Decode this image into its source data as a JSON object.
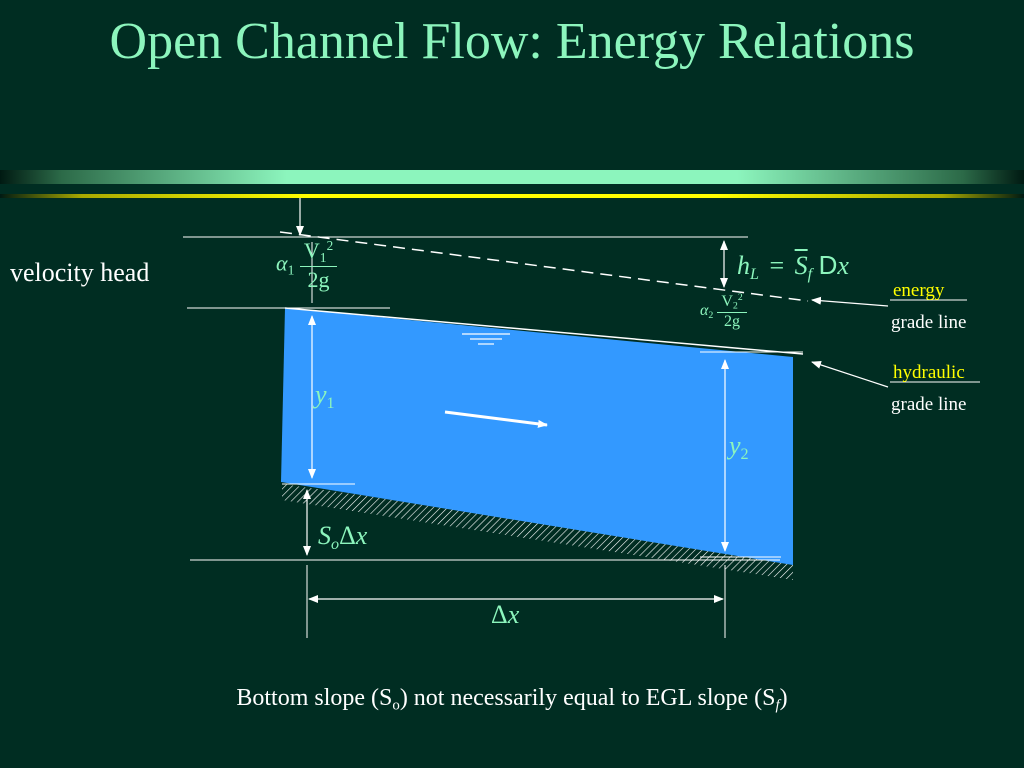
{
  "slide": {
    "title": "Open Channel Flow: Energy Relations",
    "caption_prefix": "Bottom slope (S",
    "caption_so_sub": "o",
    "caption_mid": ") not necessarily equal to EGL slope (S",
    "caption_sf_sub": "f",
    "caption_suffix": ")"
  },
  "labels": {
    "velocity_head": "velocity head",
    "energy_word": "energy",
    "grade_line_1": "grade line",
    "hydraulic_word": "hydraulic",
    "grade_line_2": "grade line"
  },
  "math": {
    "alpha1": "α",
    "alpha1_sub": "1",
    "v1": "V",
    "v1_sub": "1",
    "v1_sup": "2",
    "den1": "2g",
    "alpha2": "α",
    "alpha2_sub": "2",
    "v2": "V",
    "v2_sub": "2",
    "v2_sup": "2",
    "den2": "2g",
    "hl": "h",
    "hl_sub": "L",
    "equals": "=",
    "sf": "S",
    "sf_sub": "f",
    "d": "D",
    "x": "x",
    "y1": "y",
    "y1_sub": "1",
    "y2": "y",
    "y2_sub": "2",
    "so": "S",
    "so_sub": "o",
    "delta": "Δ",
    "dx_delta": "Δ",
    "dx_x": "x"
  },
  "colors": {
    "background": "#002d22",
    "accent_green": "#8cf5bd",
    "water": "#3399ff",
    "highlight": "#ffff00",
    "line": "#ffffff"
  }
}
